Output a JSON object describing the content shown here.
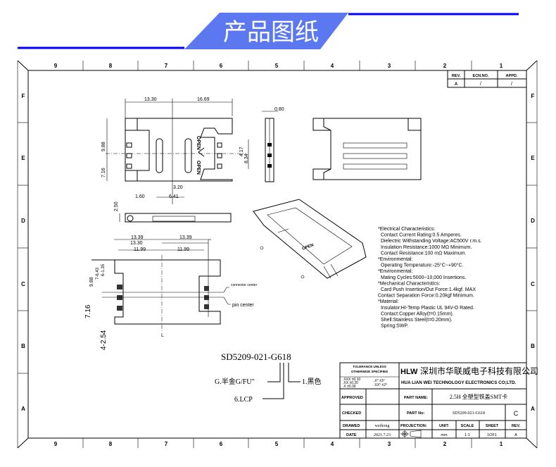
{
  "header": {
    "title": "产品图纸",
    "accent_color": "#0000ff",
    "banner_color": "#5b78f0"
  },
  "frame": {
    "columns": [
      "9",
      "8",
      "7",
      "6",
      "5",
      "4",
      "3",
      "2",
      "1"
    ],
    "rows": [
      "F",
      "E",
      "D",
      "C",
      "B",
      "A"
    ]
  },
  "revision_table": {
    "headers": [
      "REV.",
      "ECN.NO.",
      "APPD."
    ],
    "row": [
      "A",
      "/",
      "/"
    ]
  },
  "dimensions": {
    "top_width_left": "13.30",
    "top_width_right": "16.69",
    "height_upper": "9.88",
    "height_lower": "7.16",
    "right_h1": "4.17",
    "right_h2": "8.34",
    "d_320": "3.20",
    "d_160": "1.60",
    "d_641": "6.41",
    "side_thickness": "0.80",
    "front_height": "2.50",
    "pcb_1339_left": "13.39",
    "pcb_1339_right": "13.39",
    "pcb_1330": "13.30",
    "pcb_1199_left": "11.99",
    "pcb_1199_right": "11.99",
    "pcb_988": "9.88",
    "pcb_716": "7.16",
    "pcb_7_643": "7-6.43",
    "pcb_6_135": "6-1.35",
    "pcb_4_254": "4-2.54",
    "connector_center": "connector center",
    "pin_center": "pin center",
    "centerline_mark": "L",
    "open_label": "OPEN"
  },
  "part_code": {
    "code": "SD5209-021-G618",
    "callout_g": "G.半金G/FU\"",
    "callout_6": "6.LCP",
    "callout_1": "1.黑色"
  },
  "specs": [
    "*Electrical Characteristics:",
    " Contact Current Rating:0.5 Amperes.",
    " Dielectric Withstanding Voltage:AC500V r.m.s.",
    " Insulation Resistance:1000 MΩ Minimum.",
    " Contact Resistance:100 mΩ Maximum.",
    "*Environmental:",
    " Operating Temperature:-25°C~+90°C.",
    "*Environmental:",
    " Mating Cycles:5000~10,000 Insertions.",
    "*Mechanical Characteristics:",
    " Card Push Insertion/Out Force:1.4kgf. MAX",
    "Contact Separation Force:0.20kgf Minimum.",
    "*Material:",
    " Insulator:HI-Temp Plastic UL 94V-O Rated.",
    " Contact:Copper Alloy(t=0.15mm).",
    " Shell:Stainless Steel(t=0.20mm).",
    " Spring:SWP."
  ],
  "title_block": {
    "tolerance_title_1": "TOLERANCE UNLESS",
    "tolerance_title_2": "OTHERWISE SPECIFIED",
    "tol_1": ".XXX ±0.10",
    "tol_2": ".XX  ±0.20",
    "tol_3": ".X   ±0.30",
    "tol_a1": ".X°  ±3°",
    "tol_a2": ".XX° ±2°",
    "logo": "HLW",
    "company_cn": "深圳市华联威电子科技有限公司",
    "company_en": "HUA LIAN WEI TECHNOLOGY ELECTRONICS CO;LTD.",
    "approved_label": "APPROVED",
    "approved_value": "",
    "checked_label": "CHECKED",
    "drawed_label": "DRAWED",
    "drawed_value": "weihong",
    "date_label": "DATE",
    "date_value": "2021.7.23",
    "part_name_label": "PART NAME:",
    "part_name_value": "2.5H 全塑型铁盖SMT卡",
    "part_no_label": "PART No:",
    "part_no_value": "SD5209-021-G618",
    "size": "C",
    "projection_label": "PROJECTION:",
    "unit_label": "UNIT:",
    "unit_value": "mm",
    "scale_label": "SCALE",
    "scale_value": "1:1",
    "sheet_label": "SHEET",
    "sheet_value": "1OF1",
    "rev_label": "REV.",
    "rev_value": "A"
  }
}
